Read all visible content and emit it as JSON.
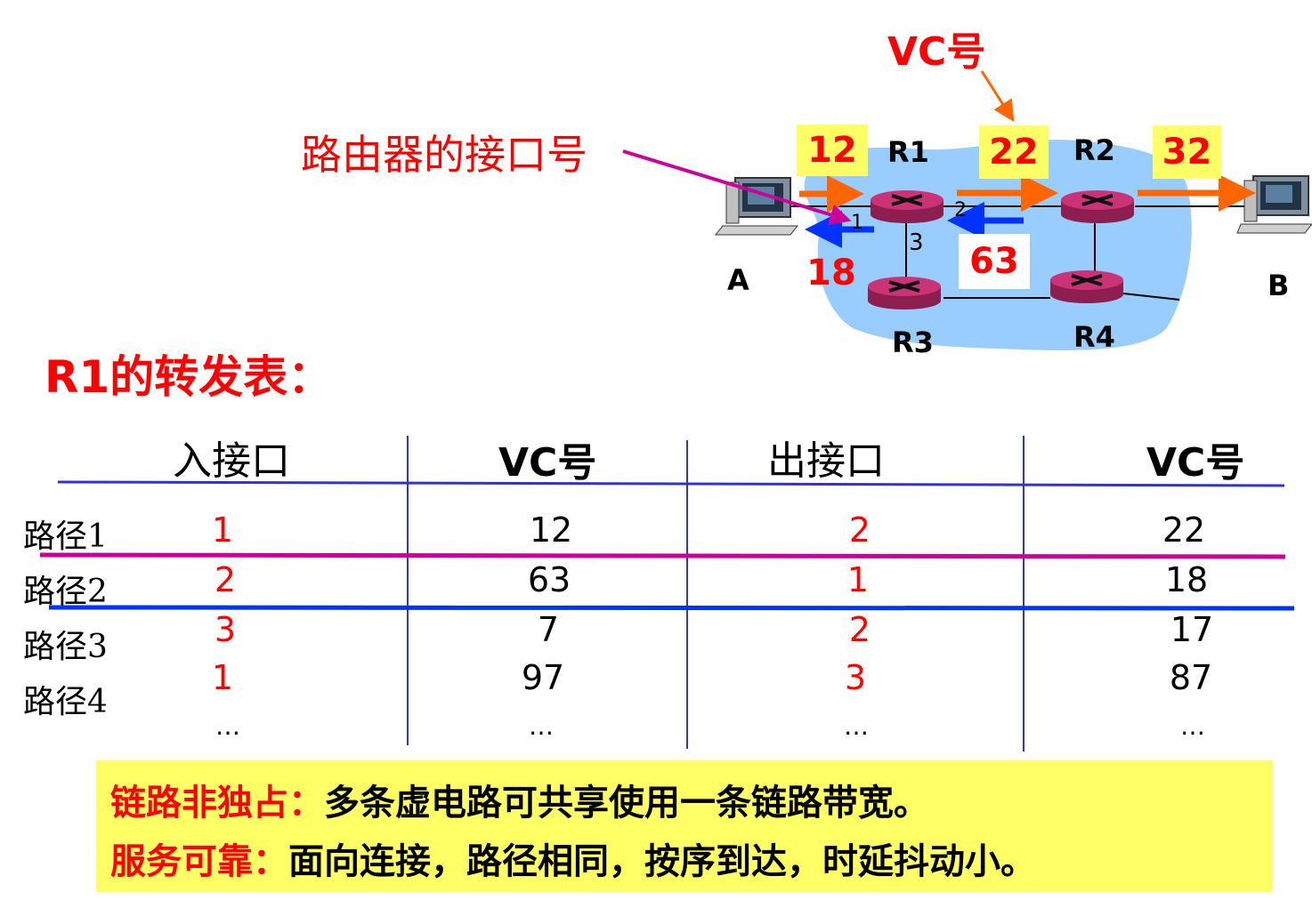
{
  "diagram": {
    "vc_label": "VC号",
    "port_label": "路由器的接口号",
    "nodes": {
      "r1": "R1",
      "r2": "R2",
      "r3": "R3",
      "r4": "R4",
      "a": "A",
      "b": "B"
    },
    "vc_tags": {
      "a_r1": "12",
      "r1_r2": "22",
      "r2_b": "32",
      "r1_a": "18",
      "r2_r1": "63"
    },
    "ports": {
      "p1": "1",
      "p2": "2",
      "p3": "3"
    }
  },
  "table": {
    "title": "R1的转发表：",
    "headers": [
      "入接口",
      "VC号",
      "出接口",
      "VC号"
    ],
    "rows": [
      {
        "label": "路径1",
        "in_if": "1",
        "in_vc": "12",
        "out_if": "2",
        "out_vc": "22"
      },
      {
        "label": "路径2",
        "in_if": "2",
        "in_vc": "63",
        "out_if": "1",
        "out_vc": "18"
      },
      {
        "label": "路径3",
        "in_if": "3",
        "in_vc": "7",
        "out_if": "2",
        "out_vc": "17"
      },
      {
        "label": "路径4",
        "in_if": "1",
        "in_vc": "97",
        "out_if": "3",
        "out_vc": "87"
      }
    ],
    "ellipsis": "…"
  },
  "notes": [
    {
      "key": "链路非独占：",
      "text": "多条虚电路可共享使用一条链路带宽。"
    },
    {
      "key": "服务可靠：",
      "text": "面向连接，路径相同，按序到达，时延抖动小。"
    }
  ],
  "colors": {
    "cloud": "#99ccff",
    "router": "#cc3377",
    "orange_arrow": "#ff6600",
    "blue_arrow": "#0033ff",
    "magenta_arrow": "#cc0099",
    "tag_bg": "#ffff66",
    "table_line": "#3333cc"
  }
}
